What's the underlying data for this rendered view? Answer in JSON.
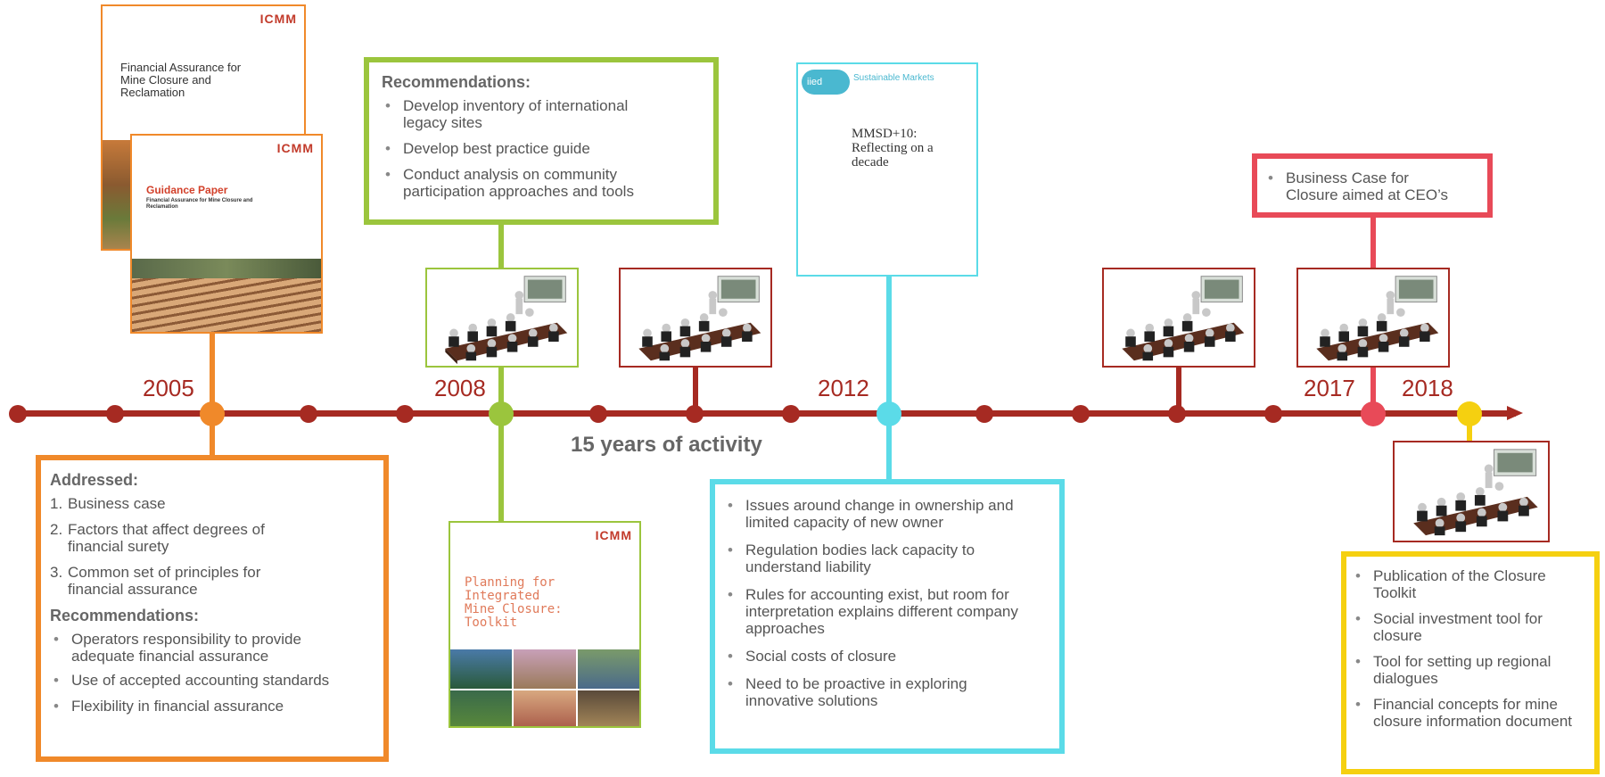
{
  "timeline": {
    "years": {
      "y2005": "2005",
      "y2008": "2008",
      "y2012": "2012",
      "y2017": "2017",
      "y2018": "2018"
    },
    "caption": "15 years of activity",
    "colors": {
      "axis": "#a62a22",
      "orange": "#f0892a",
      "green": "#9bc53d",
      "cyan": "#5bdbe8",
      "red": "#e84a58",
      "yellow": "#f5d010"
    }
  },
  "box2005": {
    "addressed_header": "Addressed:",
    "addressed": [
      {
        "num": "1.",
        "text": "Business case"
      },
      {
        "num": "2.",
        "text": "Factors that affect degrees of financial surety"
      },
      {
        "num": "3.",
        "text": "Common set of principles for financial assurance"
      }
    ],
    "rec_header": "Recommendations:",
    "recommendations": [
      "Operators responsibility to provide adequate financial assurance",
      "Use of accepted accounting standards",
      "Flexibility in financial assurance"
    ]
  },
  "box2008": {
    "header": "Recommendations:",
    "items": [
      "Develop inventory of international legacy sites",
      "Develop best practice guide",
      "Conduct analysis on community participation approaches and tools"
    ]
  },
  "box2012": {
    "items": [
      "Issues around change in ownership and limited capacity of new owner",
      "Regulation bodies lack capacity to understand liability",
      "Rules for accounting exist, but room for interpretation explains different company approaches",
      "Social costs of closure",
      "Need to be proactive in exploring innovative solutions"
    ]
  },
  "box2017": {
    "items": [
      "Business Case for Closure aimed at CEO’s"
    ]
  },
  "box2018": {
    "items": [
      "Publication of the Closure Toolkit",
      "Social investment tool for closure",
      "Tool for setting up regional dialogues",
      "Financial concepts for mine closure information document"
    ]
  },
  "docs": {
    "doc1": {
      "brand": "ICMM",
      "title": "Financial Assurance for Mine Closure and Reclamation"
    },
    "doc2": {
      "brand": "ICMM",
      "title": "Guidance Paper",
      "subtitle": "Financial Assurance for Mine Closure and Reclamation"
    },
    "doc3": {
      "brand": "ICMM",
      "title": "Planning for Integrated Mine Closure: Toolkit"
    },
    "doc4": {
      "brand": "iied",
      "series": "Sustainable Markets",
      "title": "MMSD+10: Reflecting on a decade"
    }
  }
}
